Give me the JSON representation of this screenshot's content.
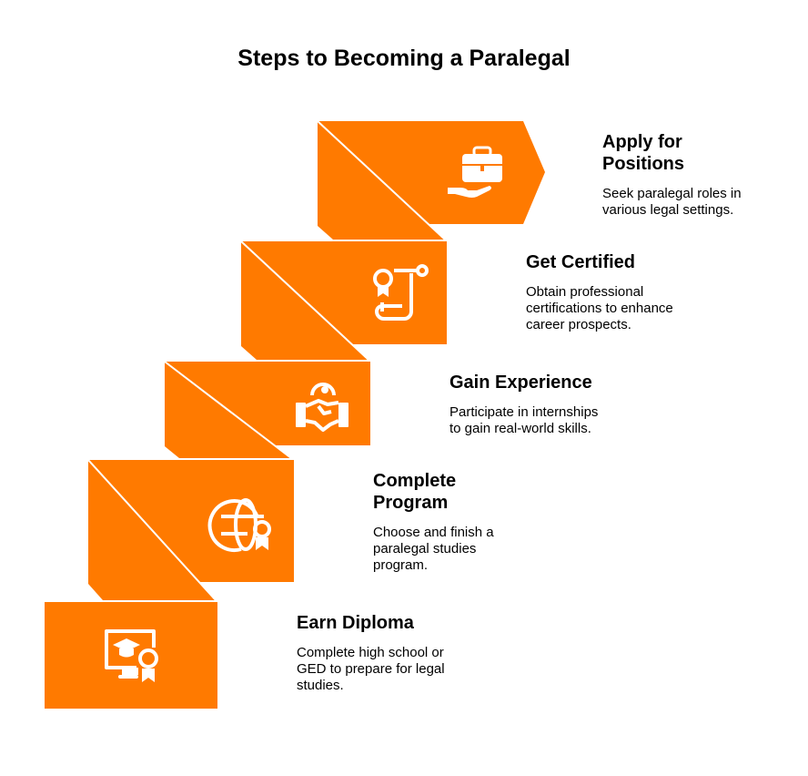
{
  "title": "Steps to Becoming a Paralegal",
  "colors": {
    "accent": "#FF7A00",
    "icon": "#FFFFFF"
  },
  "steps": [
    {
      "title": "Apply for Positions",
      "description": "Seek paralegal roles in various legal settings.",
      "icon": "briefcase-hand-icon"
    },
    {
      "title": "Get Certified",
      "description": "Obtain professional certifications to enhance career prospects.",
      "icon": "certificate-scroll-icon"
    },
    {
      "title": "Gain Experience",
      "description": "Participate in internships to gain real-world skills.",
      "icon": "handshake-icon"
    },
    {
      "title": "Complete Program",
      "description": "Choose and finish a paralegal studies program.",
      "icon": "globe-award-icon"
    },
    {
      "title": "Earn Diploma",
      "description": "Complete high school or GED to prepare for legal studies.",
      "icon": "diploma-icon"
    }
  ]
}
